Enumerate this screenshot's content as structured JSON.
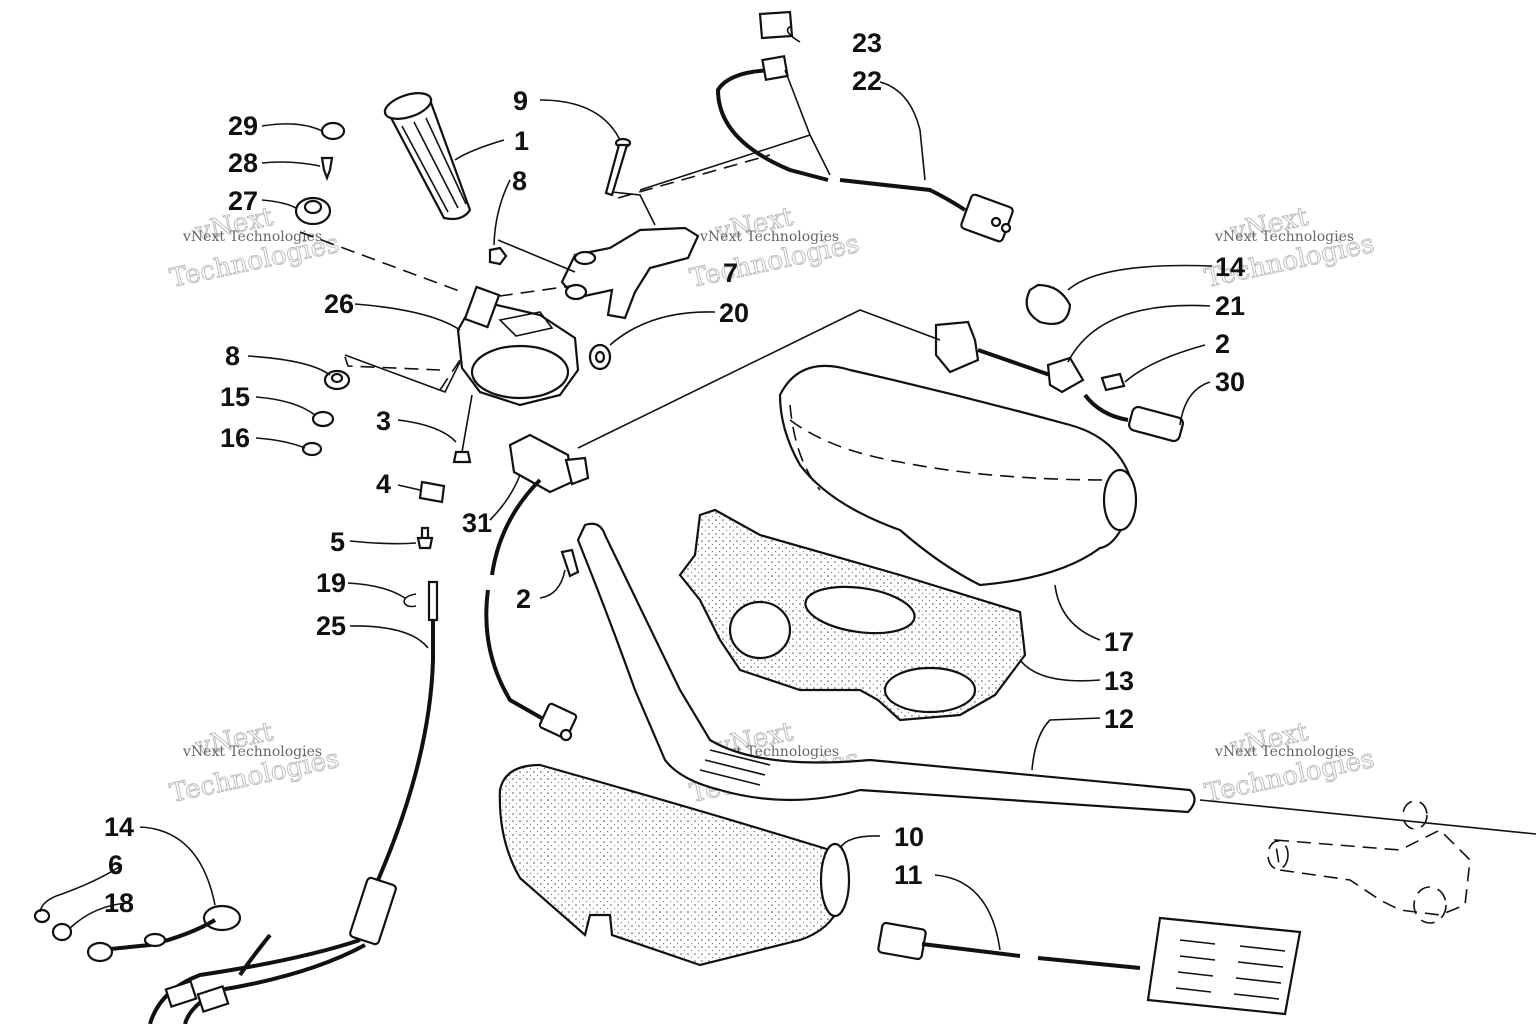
{
  "watermark": {
    "line1": "vNext",
    "line2": "Technologies",
    "small": "vNext Technologies"
  },
  "callouts": {
    "c1": "1",
    "c2a": "2",
    "c2b": "2",
    "c3": "3",
    "c4": "4",
    "c5": "5",
    "c6": "6",
    "c7": "7",
    "c8a": "8",
    "c8b": "8",
    "c9": "9",
    "c10": "10",
    "c11": "11",
    "c12": "12",
    "c13": "13",
    "c14a": "14",
    "c14b": "14",
    "c15": "15",
    "c16": "16",
    "c17": "17",
    "c18": "18",
    "c19": "19",
    "c20": "20",
    "c21": "21",
    "c22": "22",
    "c23": "23",
    "c25": "25",
    "c26": "26",
    "c27": "27",
    "c28": "28",
    "c29": "29",
    "c30": "30",
    "c31": "31"
  }
}
